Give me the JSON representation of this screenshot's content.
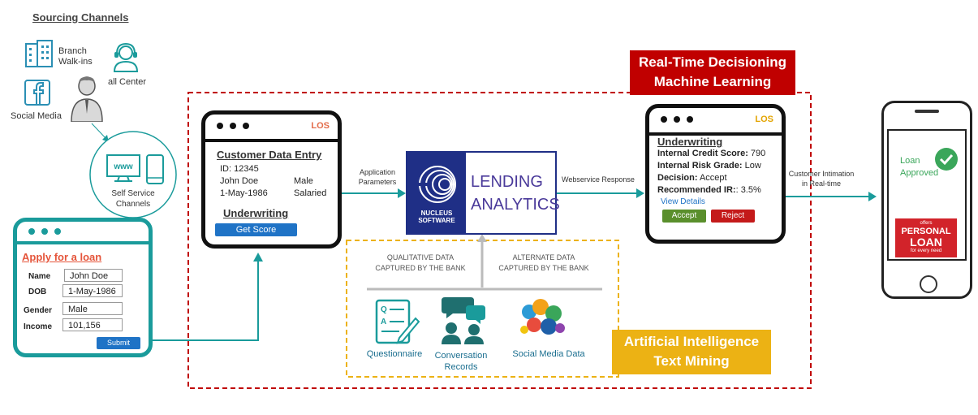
{
  "sourcing": {
    "title": "Sourcing Channels",
    "branch": "Branch\nWalk-ins",
    "call_center": "all Center",
    "social_media": "Social Media",
    "self_service": "Self Service\nChannels",
    "self_service_screen": "www"
  },
  "apply_form": {
    "title": "Apply for a loan",
    "fields": [
      {
        "label": "Name",
        "value": "John Doe"
      },
      {
        "label": "DOB",
        "value": "1-May-1986"
      },
      {
        "label": "Gender",
        "value": "Male"
      },
      {
        "label": "Income",
        "value": "101,156"
      }
    ],
    "submit": "Submit"
  },
  "los_left": {
    "tag": "LOS",
    "heading": "Customer Data Entry",
    "id_line": "ID: 12345",
    "name": "John Doe",
    "gender": "Male",
    "dob": "1-May-1986",
    "employment": "Salaried",
    "underwriting": "Underwriting",
    "get_score": "Get Score"
  },
  "arrows": {
    "application_parameters": "Application\nParameters",
    "webservice_response": "Webservice Response",
    "customer_intimation": "Customer Intimation\nin Real-time"
  },
  "lending": {
    "logo_text": "NUCLEUS\nSOFTWARE",
    "title_line1": "LENDING",
    "title_line2": "ANALYTICS"
  },
  "banners": {
    "realtime_line1": "Real-Time Decisioning",
    "realtime_line2": "Machine Learning",
    "ai_line1": "Artificial Intelligence",
    "ai_line2": "Text Mining"
  },
  "data_sources": {
    "qualitative": "QUALITATIVE DATA\nCAPTURED BY THE BANK",
    "alternate": "ALTERNATE DATA\nCAPTURED BY THE BANK",
    "questionnaire": "Questionnaire",
    "conversation": "Conversation\nRecords",
    "social": "Social Media Data"
  },
  "los_right": {
    "tag": "LOS",
    "heading": "Underwriting",
    "credit_score_label": "Internal Credit Score:",
    "credit_score_value": "790",
    "risk_label": "Internal Risk Grade:",
    "risk_value": "Low",
    "decision_label": "Decision:",
    "decision_value": "Accept",
    "ir_label": "Recommended IR:",
    "ir_value": ": 3.5%",
    "view_details": "View Details",
    "accept": "Accept",
    "reject": "Reject"
  },
  "phone": {
    "status": "Loan\nApproved",
    "ad_small": "offers",
    "ad_line1": "PERSONAL",
    "ad_line2": "LOAN",
    "ad_sub": "for every need"
  },
  "colors": {
    "teal": "#1a9b9b",
    "red": "#c00000",
    "gold": "#ecb214",
    "navy": "#1f2f86",
    "los_tag_left": "#e36c4a",
    "los_tag_right": "#e3a400",
    "green_button": "#5a8f2c",
    "red_button": "#c41a1a"
  }
}
